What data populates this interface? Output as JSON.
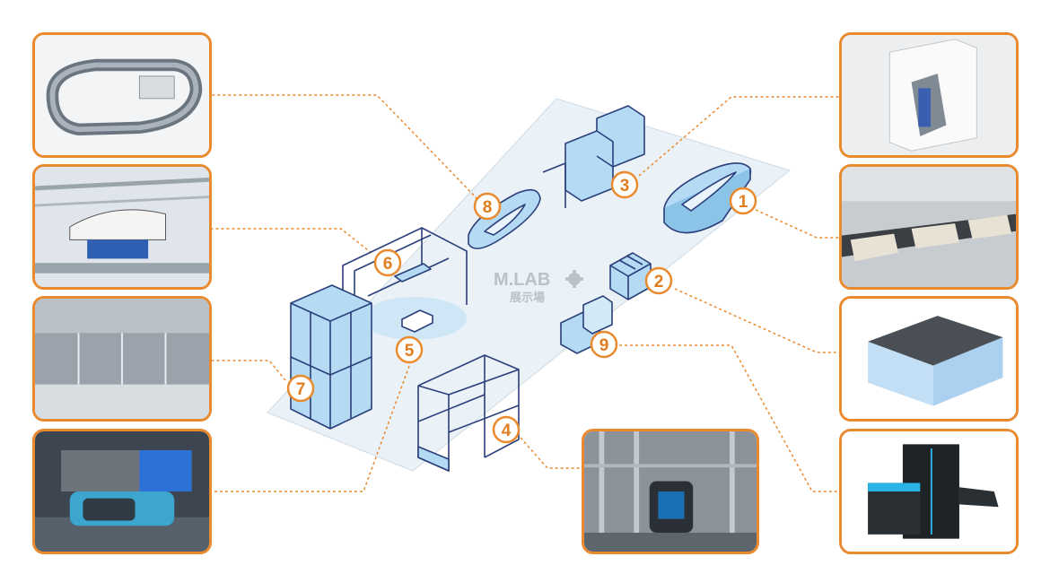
{
  "center_logo": {
    "name": "M.LAB",
    "gear": "gear-icon",
    "subtitle": "展示場"
  },
  "accent_color": "#e98a2e",
  "stations": [
    {
      "num": "1",
      "photo": "sortation-conveyor-photo"
    },
    {
      "num": "2",
      "photo": "robotic-sorter-unit-photo"
    },
    {
      "num": "3",
      "photo": "automated-storage-cabinet-photo"
    },
    {
      "num": "4",
      "photo": "shuttle-rack-robot-photo"
    },
    {
      "num": "5",
      "photo": "amr-tote-carrier-photo"
    },
    {
      "num": "6",
      "photo": "overhead-gantry-robot-photo"
    },
    {
      "num": "7",
      "photo": "vertical-lift-module-photo"
    },
    {
      "num": "8",
      "photo": "loop-track-conveyor-photo"
    },
    {
      "num": "9",
      "photo": "xray-scanner-machine-photo"
    }
  ]
}
